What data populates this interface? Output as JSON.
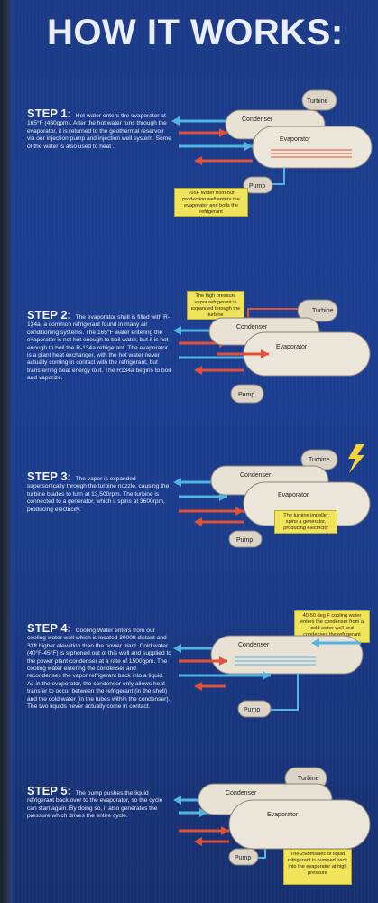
{
  "title": "HOW IT WORKS:",
  "steps": [
    {
      "label": "STEP 1:",
      "text": "Hot water enters the evaporator at 165°F (480gpm). After the hot water runs through the evaporator, it is returned to the geothermal reservoir via our injection pump and injection well system. Some of the water is also used to heat .",
      "labels": {
        "turbine": "Turbine",
        "condenser": "Condenser",
        "evaporator": "Evaporator",
        "pump": "Pump"
      },
      "note": "165F Water from our production well enters the evaporator and boils the refrigerant"
    },
    {
      "label": "STEP 2:",
      "text": "The evaporator shell is filled with R-134a, a common refrigerant found in many air conditioning systems. The 165°F water entering the evaporator is not hot enough to boil water, but it is hot enough to boil the R-134a refrigerant. The evaporator is a giant heat exchanger, with the hot water never actually coming in contact with the refrigerant, but transferring heat energy to it. The R134a begins to boil and vaporize.",
      "labels": {
        "turbine": "Turbine",
        "condenser": "Condenser",
        "evaporator": "Evaporator",
        "pump": "Pump"
      },
      "note": "The high pressure vapor refrigerant is expanded through the turbine"
    },
    {
      "label": "STEP 3:",
      "text": "The vapor is expanded supersonically through the turbine nozzle, causing the turbine blades to turn at 13,500rpm. The turbine is connected to a generator, which it spins at 3600rpm, producing electricity.",
      "labels": {
        "turbine": "Turbine",
        "condenser": "Condenser",
        "evaporator": "Evaporator",
        "pump": "Pump"
      },
      "note": "The turbine impeller spins a generator, producing electricity"
    },
    {
      "label": "STEP 4:",
      "text": "Cooling Water enters from our cooling water well which is located 3000ft distant and 33ft higher elevation than the power plant. Cold water (40°F-45°F) is siphoned out of this well and supplied to the power plant condenser at a rate of 1500gpm. The cooling water entering the condenser and recondenses the vapor refrigerant back into a liquid. As in the evaporator, the condenser only allows heat transfer to occur between the refrigerant (in the shell) and the cold water (in the tubes within the condenser). The two liquids never actually come in contact.",
      "labels": {
        "turbine": "",
        "condenser": "Condenser",
        "evaporator": "",
        "pump": "Pump"
      },
      "note": "40-50 deg F cooling water enters the condenser from a cold water well and condenses the refrigerant"
    },
    {
      "label": "STEP 5:",
      "text": "The pump pushes the liquid refrigerant back over to the evaporator, so the cycle can start again. By doing so, it also generates the pressure which drives the entire cycle.",
      "labels": {
        "turbine": "Turbine",
        "condenser": "Condenser",
        "evaporator": "Evaporator",
        "pump": "Pump"
      },
      "note": "The 25lbms/sec of liquid refrigerant is pumped back into the evaporator at high pressure"
    }
  ],
  "colors": {
    "hot": "#e0503a",
    "cold": "#52b4e0",
    "note": "#f1e35a",
    "bolt": "#f4d23a"
  }
}
